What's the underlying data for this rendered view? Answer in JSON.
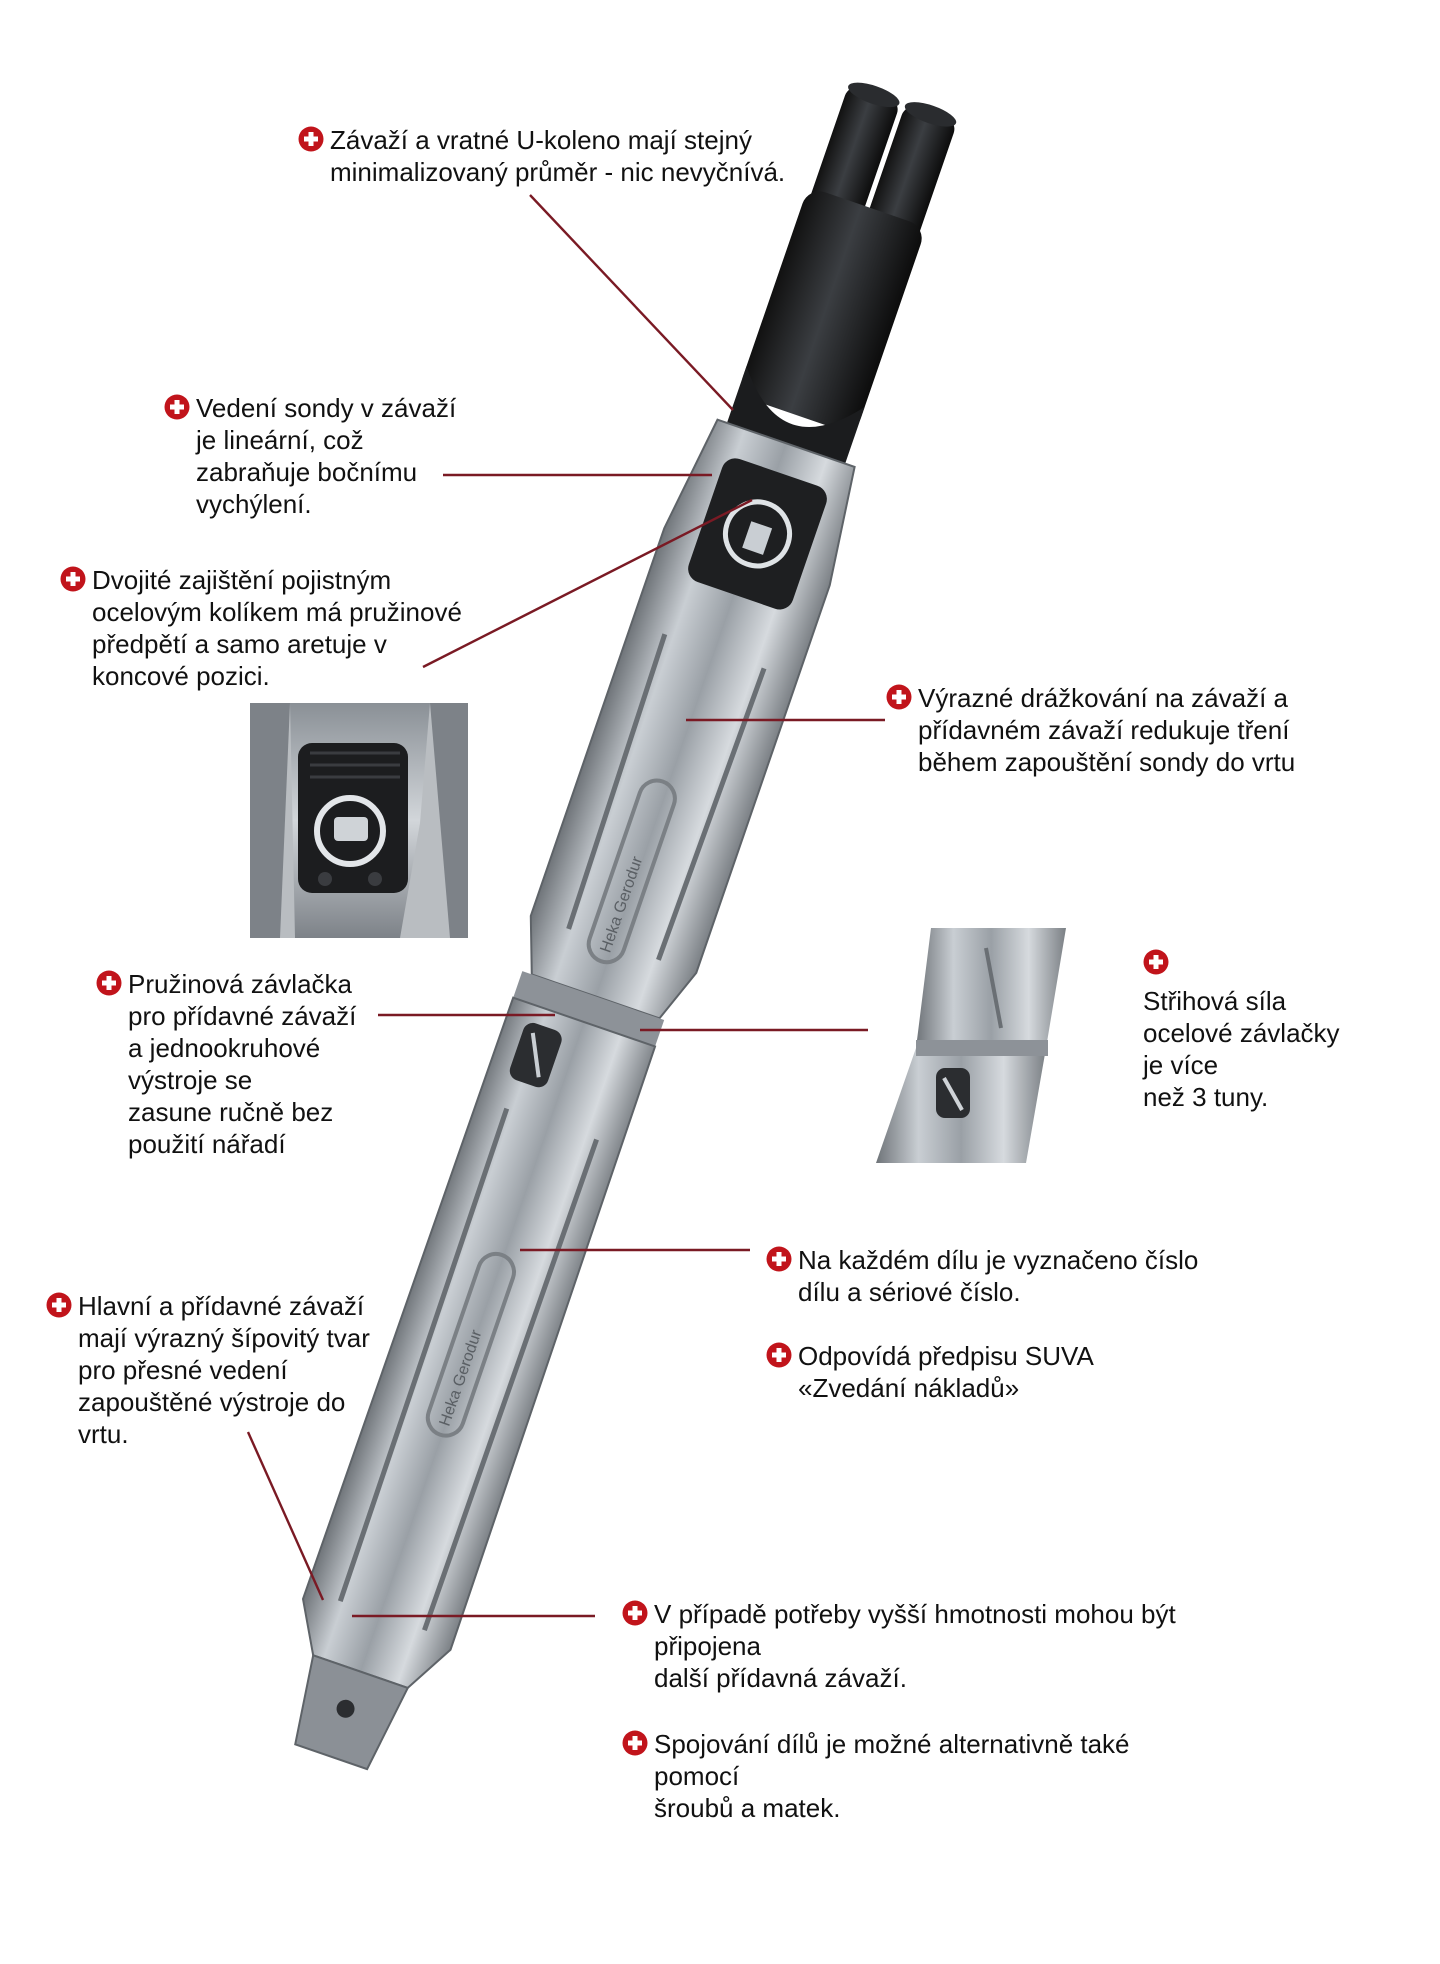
{
  "accent_color": "#c1141b",
  "leader_color": "#7a1a24",
  "icon": "swiss-cross-icon",
  "brand_engraving": "Heka Gerodur",
  "callouts": {
    "u_bend": "Závaží a vratné U-koleno mají stejný\nminimalizovaný průměr - nic nevyčnívá.",
    "probe_guide": "Vedení sondy v závaží\nje lineární, což\nzabraňuje bočnímu\nvychýlení.",
    "double_lock": "Dvojité zajištění pojistným\nocelovým kolíkem má pružinové\npředpětí a samo aretuje v\nkoncové pozici.",
    "grooving": "Výrazné drážkování na závaží a\npřídavném závaží redukuje tření\nběhem zapouštění sondy do vrtu",
    "spring_pin": "Pružinová závlačka\npro přídavné závaží\na jednookruhové\nvýstroje se\nzasune ručně bez\npoužití nářadí",
    "shear_force": "Střihová síla\nocelové závlačky\nje více\nnež 3 tuny.",
    "part_number": "Na každém dílu je vyznačeno číslo\ndílu a sériové číslo.",
    "suva": "Odpovídá předpisu SUVA\n«Zvedání nákladů»",
    "arrow_shape": "Hlavní a přídavné závaží\nmají výrazný šípovitý tvar\npro přesné vedení\nzapouštěné výstroje do\nvrtu.",
    "extra_weights": "V případě potřeby vyšší hmotnosti mohou být\npřipojena\ndalší přídavná závaží.",
    "bolts": "Spojování dílů je možné alternativně také\npomocí\nšroubů a matek."
  }
}
